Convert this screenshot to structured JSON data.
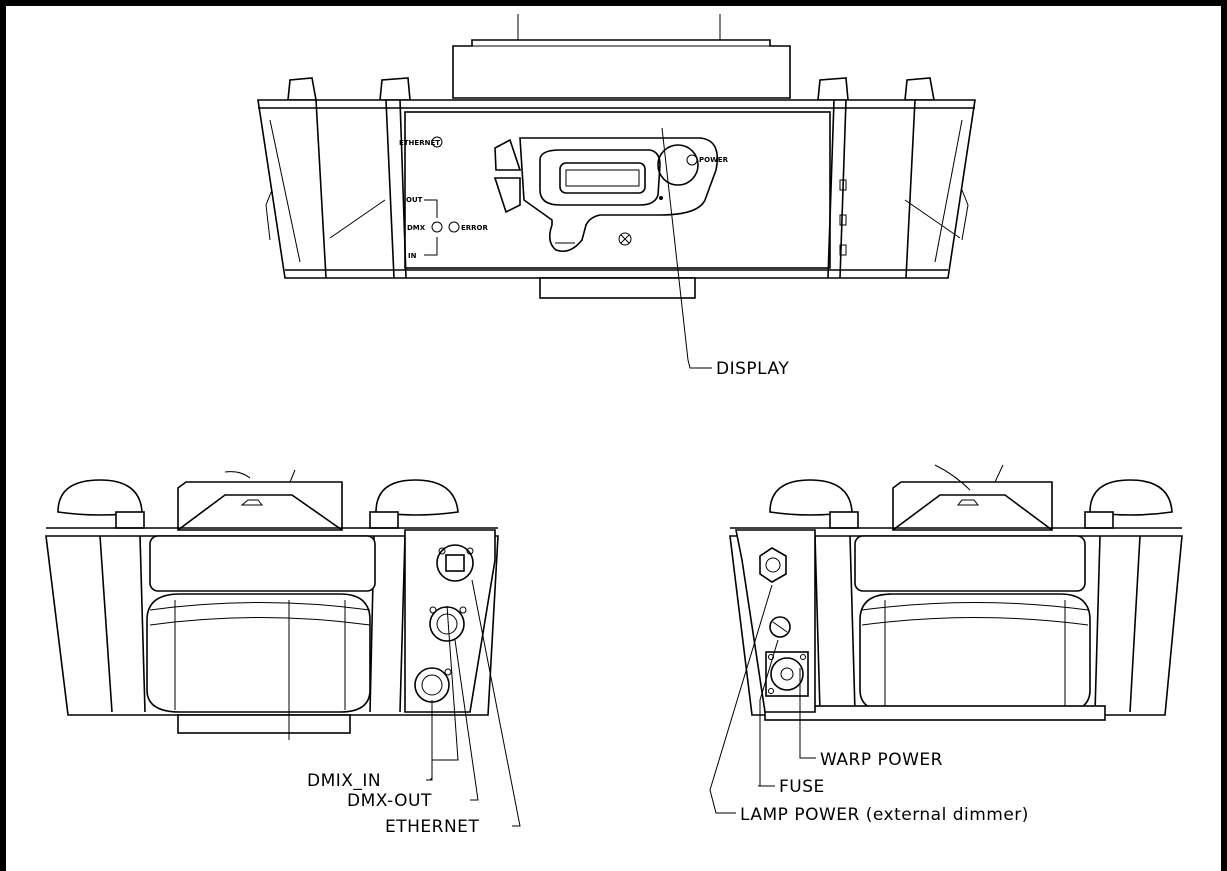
{
  "front_panel": {
    "ethernet_label": "ETHERNET",
    "out_label": "OUT",
    "dmx_label": "DMX",
    "in_label": "IN",
    "error_label": "ERROR",
    "power_label": "POWER"
  },
  "callouts": {
    "display": "DISPLAY",
    "dmx_in": "DMIX_IN",
    "dmx_out": "DMX-OUT",
    "ethernet": "ETHERNET",
    "warp_power": "WARP POWER",
    "fuse": "FUSE",
    "lamp_power": "LAMP POWER (external dimmer)"
  }
}
